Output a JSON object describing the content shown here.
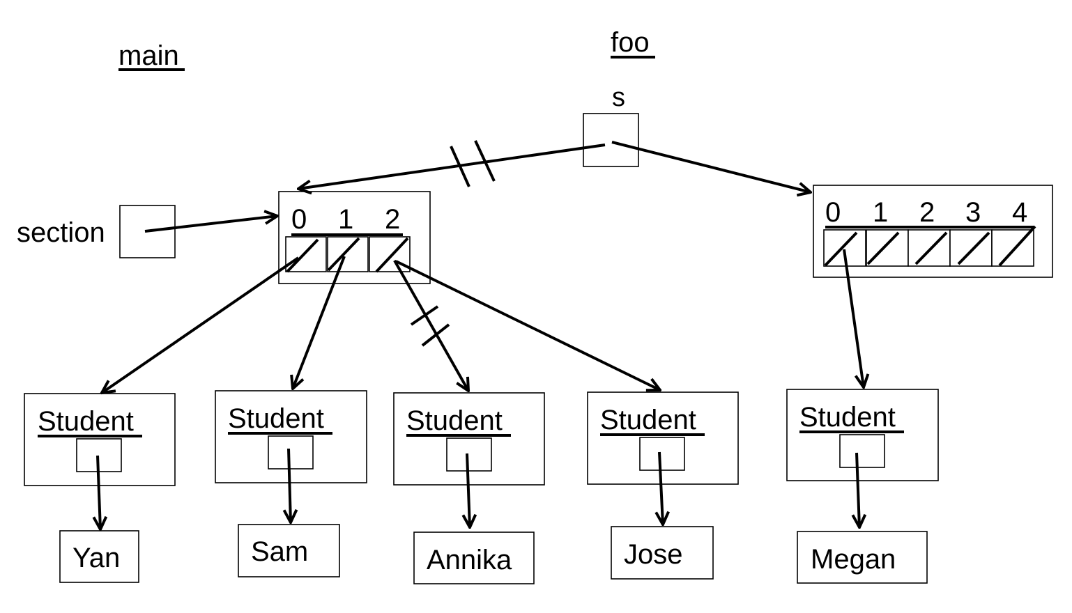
{
  "frames": {
    "main": "main",
    "foo": "foo"
  },
  "variables": {
    "section": "section",
    "s": "s"
  },
  "arrays": {
    "section_array": {
      "indices": [
        "0",
        "1",
        "2"
      ]
    },
    "foo_array": {
      "indices": [
        "0",
        "1",
        "2",
        "3",
        "4"
      ]
    }
  },
  "students": [
    {
      "class": "Student",
      "name": "Yan"
    },
    {
      "class": "Student",
      "name": "Sam"
    },
    {
      "class": "Student",
      "name": "Annika"
    },
    {
      "class": "Student",
      "name": "Jose"
    },
    {
      "class": "Student",
      "name": "Megan"
    }
  ],
  "colors": {
    "ink": "#000000",
    "background": "#ffffff"
  }
}
